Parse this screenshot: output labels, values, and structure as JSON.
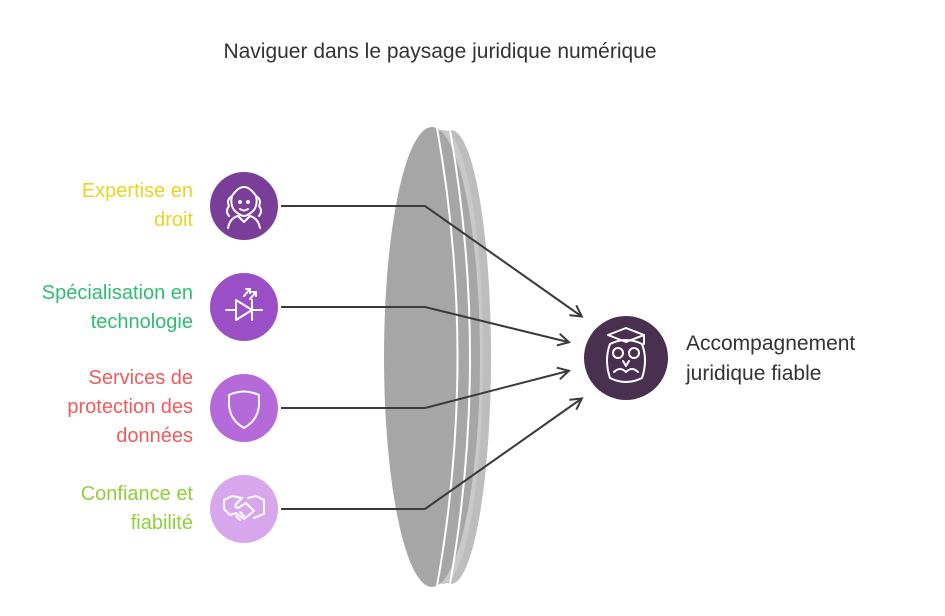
{
  "title": "Naviguer dans le paysage juridique numérique",
  "inputs": [
    {
      "label_lines": [
        "Expertise en",
        "droit"
      ],
      "label_color": "#e8d422",
      "circle_color": "#7a3e98",
      "icon": "lawyer-icon"
    },
    {
      "label_lines": [
        "Spécialisation en",
        "technologie"
      ],
      "label_color": "#2dbd73",
      "circle_color": "#9b4fc7",
      "icon": "diode-icon"
    },
    {
      "label_lines": [
        "Services de",
        "protection des",
        "données"
      ],
      "label_color": "#ef5b5b",
      "circle_color": "#b46ad9",
      "icon": "shield-icon"
    },
    {
      "label_lines": [
        "Confiance et",
        "fiabilité"
      ],
      "label_color": "#8fcf3a",
      "circle_color": "#d7a6ec",
      "icon": "handshake-icon"
    }
  ],
  "output": {
    "label_lines": [
      "Accompagnement",
      "juridique fiable"
    ],
    "circle_color": "#4a3050",
    "icon": "owl-graduate-icon"
  },
  "lens_color": "#a6a6a6"
}
